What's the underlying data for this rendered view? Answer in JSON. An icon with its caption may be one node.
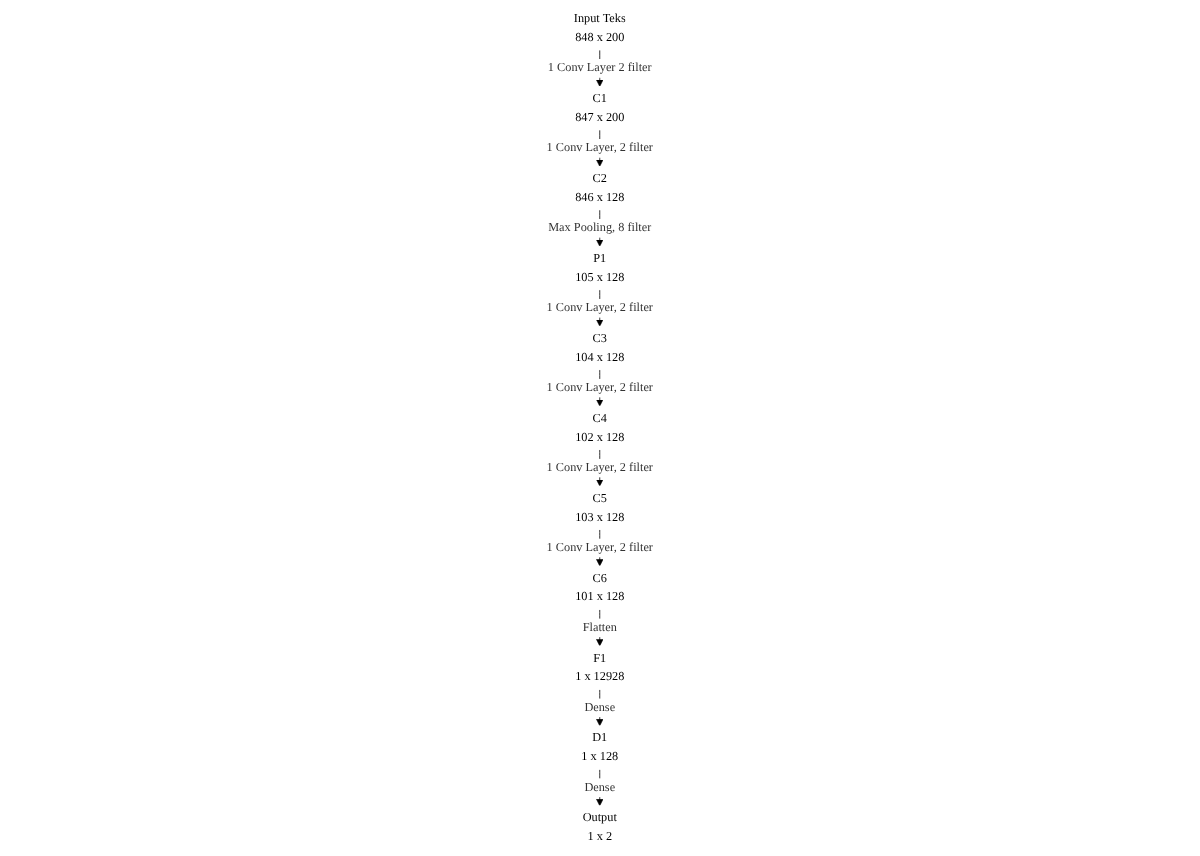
{
  "diagram": {
    "nodes": [
      {
        "text": [
          "Input Teks",
          "848 x 200"
        ]
      },
      {
        "text": [
          "C1",
          "847 x 200"
        ]
      },
      {
        "text": [
          "C2",
          "846 x 128"
        ]
      },
      {
        "text": [
          "P1",
          "105 x 128"
        ]
      },
      {
        "text": [
          "C3",
          "104 x 128"
        ]
      },
      {
        "text": [
          "C4",
          "102 x 128"
        ]
      },
      {
        "text": [
          "C5",
          "103 x 128"
        ]
      },
      {
        "text": [
          "C6",
          "101 x 128"
        ]
      },
      {
        "text": [
          "F1",
          "1 x 12928"
        ]
      },
      {
        "text": [
          "D1",
          "1 x 128"
        ]
      },
      {
        "text": [
          "Output",
          "1 x 2"
        ]
      }
    ],
    "edges": [
      {
        "from": 0,
        "to": 1,
        "arrow": "to",
        "label": "1 Conv Layer 2 filter"
      },
      {
        "from": 1,
        "to": 2,
        "arrow": "to",
        "label": "1 Conv Layer, 2 filter"
      },
      {
        "from": 2,
        "to": 3,
        "arrow": "to",
        "label": "Max Pooling, 8 filter"
      },
      {
        "from": 3,
        "to": 4,
        "arrow": "to",
        "label": "1 Conv Layer, 2 filter"
      },
      {
        "from": 4,
        "to": 5,
        "arrow": "to",
        "label": "1 Conv Layer, 2 filter"
      },
      {
        "from": 5,
        "to": 6,
        "arrow": "to",
        "label": "1 Conv Layer, 2 filter"
      },
      {
        "from": 6,
        "to": 7,
        "arrow": "to",
        "label": "1 Conv Layer, 2 filter"
      },
      {
        "from": 7,
        "to": 8,
        "arrow": "to",
        "label": "Flatten"
      },
      {
        "from": 8,
        "to": 9,
        "arrow": "to",
        "label": "Dense"
      },
      {
        "from": 9,
        "to": 10,
        "arrow": "to",
        "label": "Dense"
      }
    ]
  }
}
